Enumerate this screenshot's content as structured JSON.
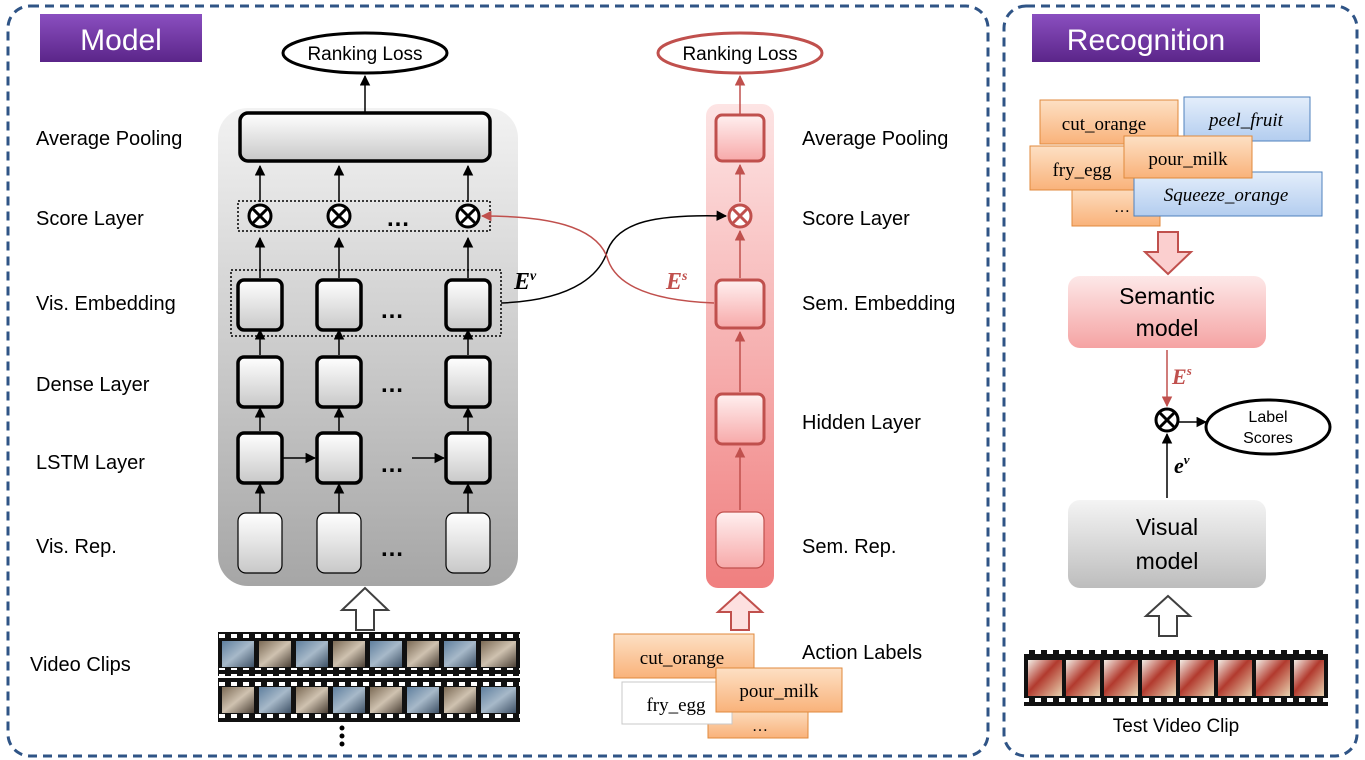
{
  "panels": {
    "model_title": "Model",
    "recognition_title": "Recognition"
  },
  "left_labels": {
    "average_pooling": "Average Pooling",
    "score_layer": "Score Layer",
    "vis_embedding": "Vis. Embedding",
    "dense_layer": "Dense Layer",
    "lstm_layer": "LSTM Layer",
    "vis_rep": "Vis. Rep.",
    "video_clips": "Video Clips"
  },
  "right_labels": {
    "average_pooling": "Average Pooling",
    "score_layer": "Score Layer",
    "sem_embedding": "Sem. Embedding",
    "hidden_layer": "Hidden Layer",
    "sem_rep": "Sem. Rep.",
    "action_labels": "Action Labels"
  },
  "losses": {
    "visual": "Ranking Loss",
    "semantic": "Ranking Loss"
  },
  "symbols": {
    "ellipsis": "…",
    "ev_base": "E",
    "ev_sup": "v",
    "es_base": "E",
    "es_sup": "s",
    "lower_ev_base": "e",
    "lower_ev_sup": "v"
  },
  "action_label_cards": {
    "cut_orange": "cut_orange",
    "fry_egg": "fry_egg",
    "pour_milk": "pour_milk",
    "more": "…"
  },
  "recognition": {
    "cards": {
      "cut_orange": "cut_orange",
      "peel_fruit": "peel_fruit",
      "fry_egg": "fry_egg",
      "pour_milk": "pour_milk",
      "squeeze_orange": "Squeeze_orange",
      "more": "…"
    },
    "semantic_model_line1": "Semantic",
    "semantic_model_line2": "model",
    "visual_model_line1": "Visual",
    "visual_model_line2": "model",
    "label_scores_line1": "Label",
    "label_scores_line2": "Scores",
    "test_video_clip": "Test Video Clip"
  },
  "colors": {
    "panel_border": "#2f5486",
    "title_bg": "#7030a0",
    "semantic_red": "#c0504d",
    "orange_card": "#fbc99a",
    "blue_card": "#c6d9f1"
  }
}
